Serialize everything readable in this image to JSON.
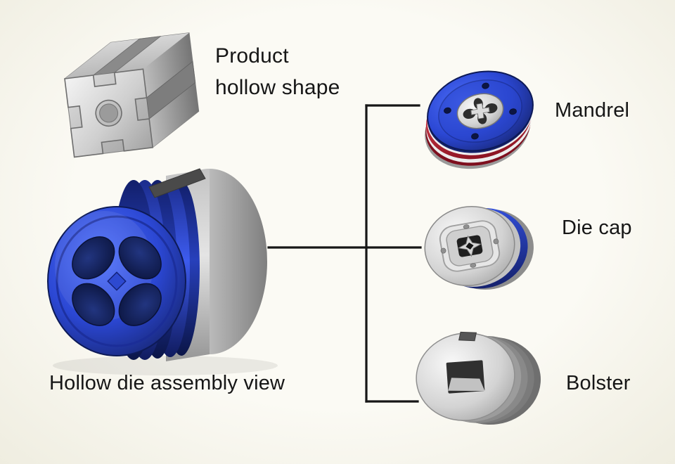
{
  "labels": {
    "product_line1": "Product",
    "product_line2": "hollow shape",
    "assembly_caption": "Hollow die assembly view",
    "components": [
      {
        "id": "mandrel",
        "label": "Mandrel"
      },
      {
        "id": "die-cap",
        "label": "Die cap"
      },
      {
        "id": "bolster",
        "label": "Bolster"
      }
    ]
  },
  "palette": {
    "background": "#f8f6ee",
    "die_blue": "#2b47d3",
    "die_blue_dark": "#16246e",
    "steel_light": "#e8e8e8",
    "steel_dark": "#828282",
    "mandrel_red": "#b01626",
    "connector_line": "#161616",
    "text": "#161616"
  }
}
